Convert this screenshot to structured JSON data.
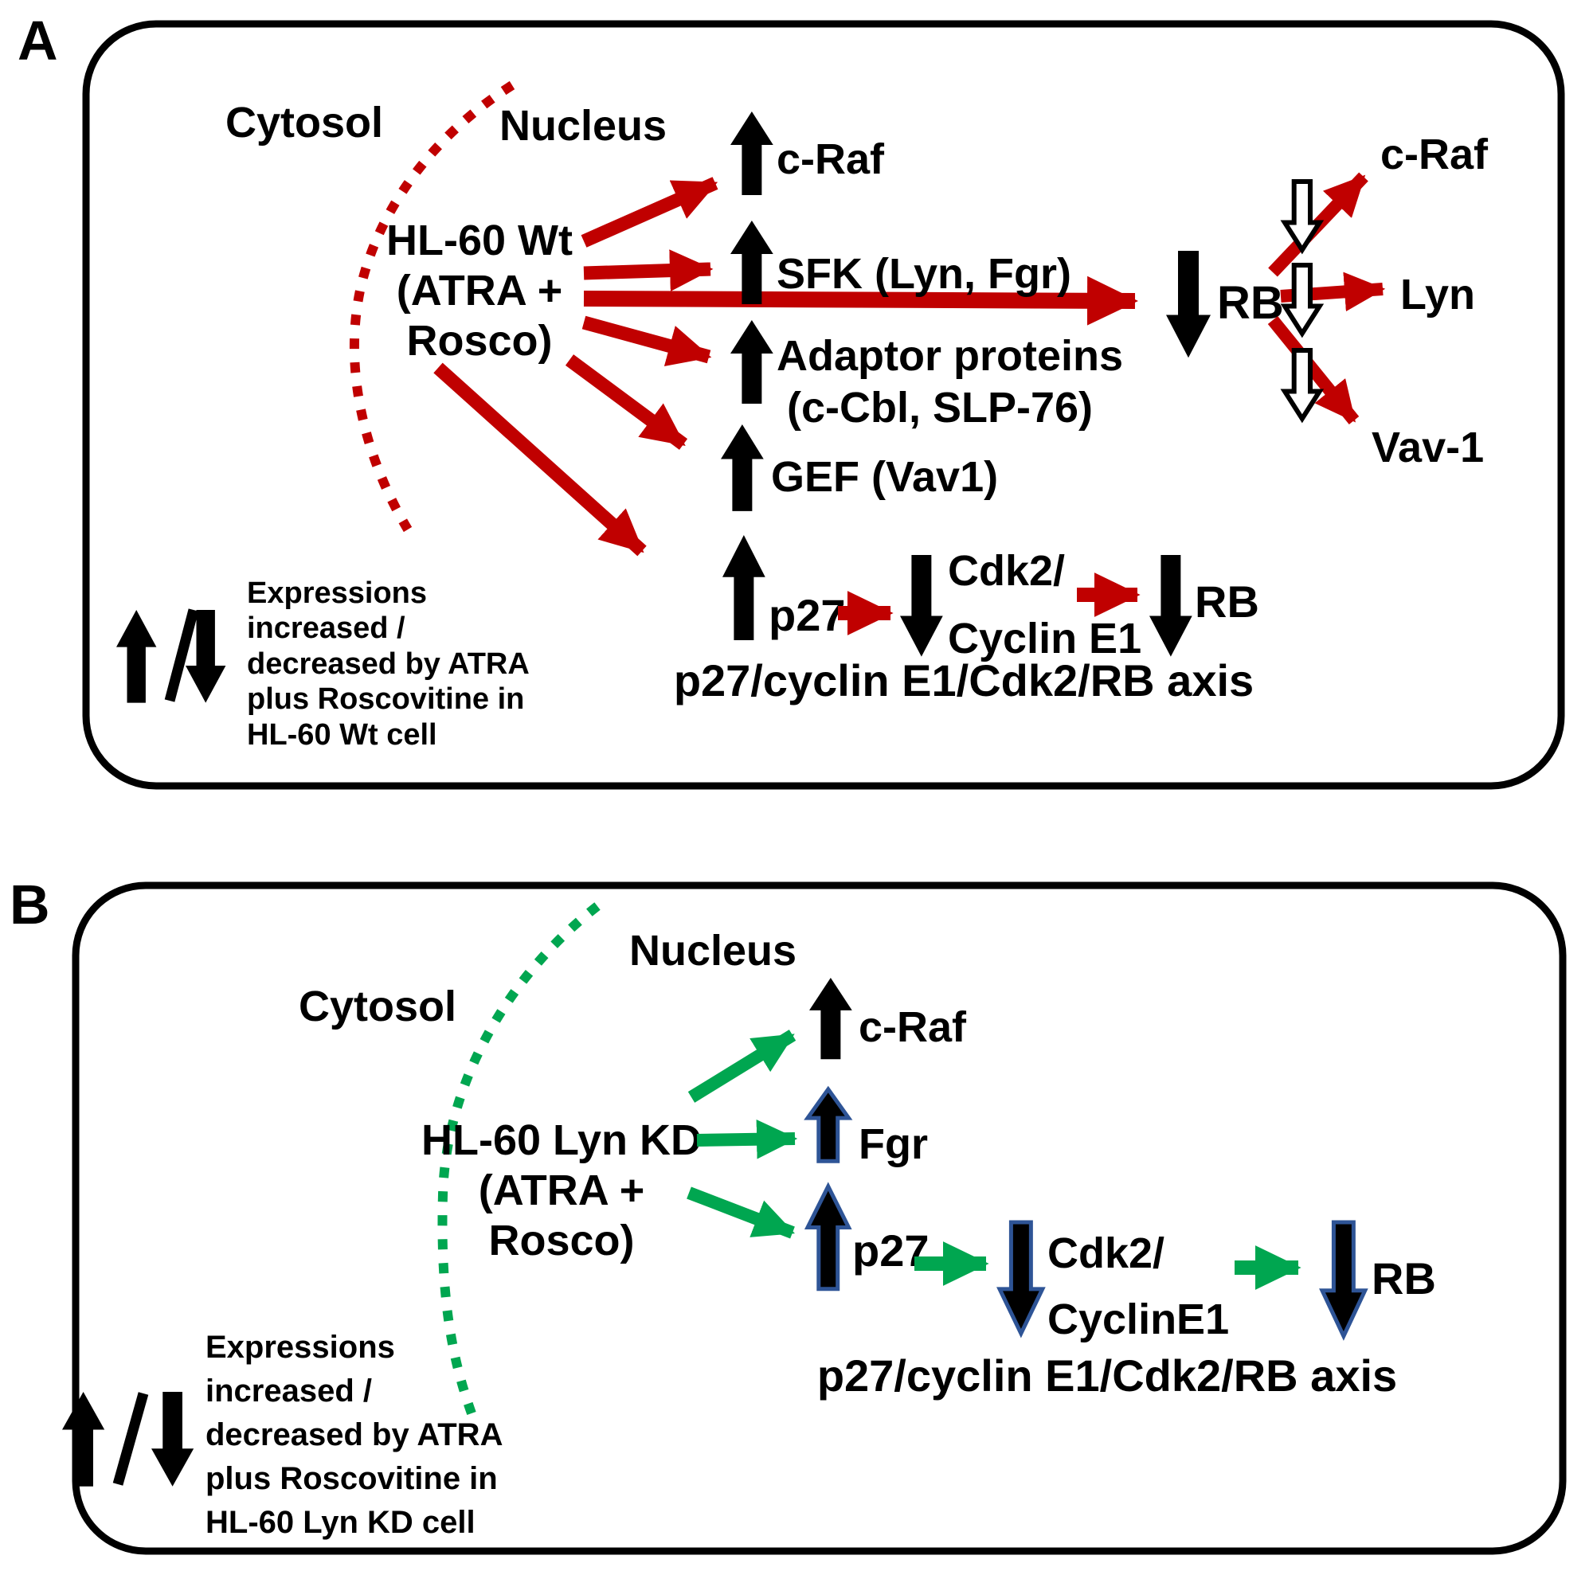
{
  "colors": {
    "red": "#C00000",
    "green": "#00A650",
    "blue_outline": "#2E5496",
    "black": "#000000"
  },
  "panel_a": {
    "label": "A",
    "cytosol_label": "Cytosol",
    "nucleus_label": "Nucleus",
    "source_node": {
      "line1": "HL-60 Wt",
      "line2": "(ATRA +",
      "line3": "Rosco)"
    },
    "targets": {
      "c_raf": "c-Raf",
      "sfk": "SFK (Lyn, Fgr)",
      "adaptor_line1": "Adaptor proteins",
      "adaptor_line2": "(c-Cbl, SLP-76)",
      "gef": "GEF (Vav1)",
      "p27": "p27",
      "cdk2_line1": "Cdk2/",
      "cdk2_line2": "Cyclin E1",
      "rb_chain": "RB",
      "rb_hub": "RB"
    },
    "rb_downstream": {
      "c_raf": "c-Raf",
      "lyn": "Lyn",
      "vav1": "Vav-1"
    },
    "axis_caption": "p27/cyclin E1/Cdk2/RB axis",
    "legend": {
      "lines": [
        "Expressions",
        "increased /",
        "decreased by ATRA",
        "plus Roscovitine in",
        "HL-60 Wt cell"
      ]
    }
  },
  "panel_b": {
    "label": "B",
    "cytosol_label": "Cytosol",
    "nucleus_label": "Nucleus",
    "source_node": {
      "line1": "HL-60 Lyn KD",
      "line2": "(ATRA +",
      "line3": "Rosco)"
    },
    "targets": {
      "c_raf": "c-Raf",
      "fgr": "Fgr",
      "p27": "p27",
      "cdk2_line1": "Cdk2/",
      "cdk2_line2": "CyclinE1",
      "rb": "RB"
    },
    "axis_caption": "p27/cyclin E1/Cdk2/RB axis",
    "legend": {
      "lines": [
        "Expressions",
        "increased /",
        "decreased by ATRA",
        "plus Roscovitine in",
        "HL-60 Lyn KD cell"
      ]
    }
  }
}
